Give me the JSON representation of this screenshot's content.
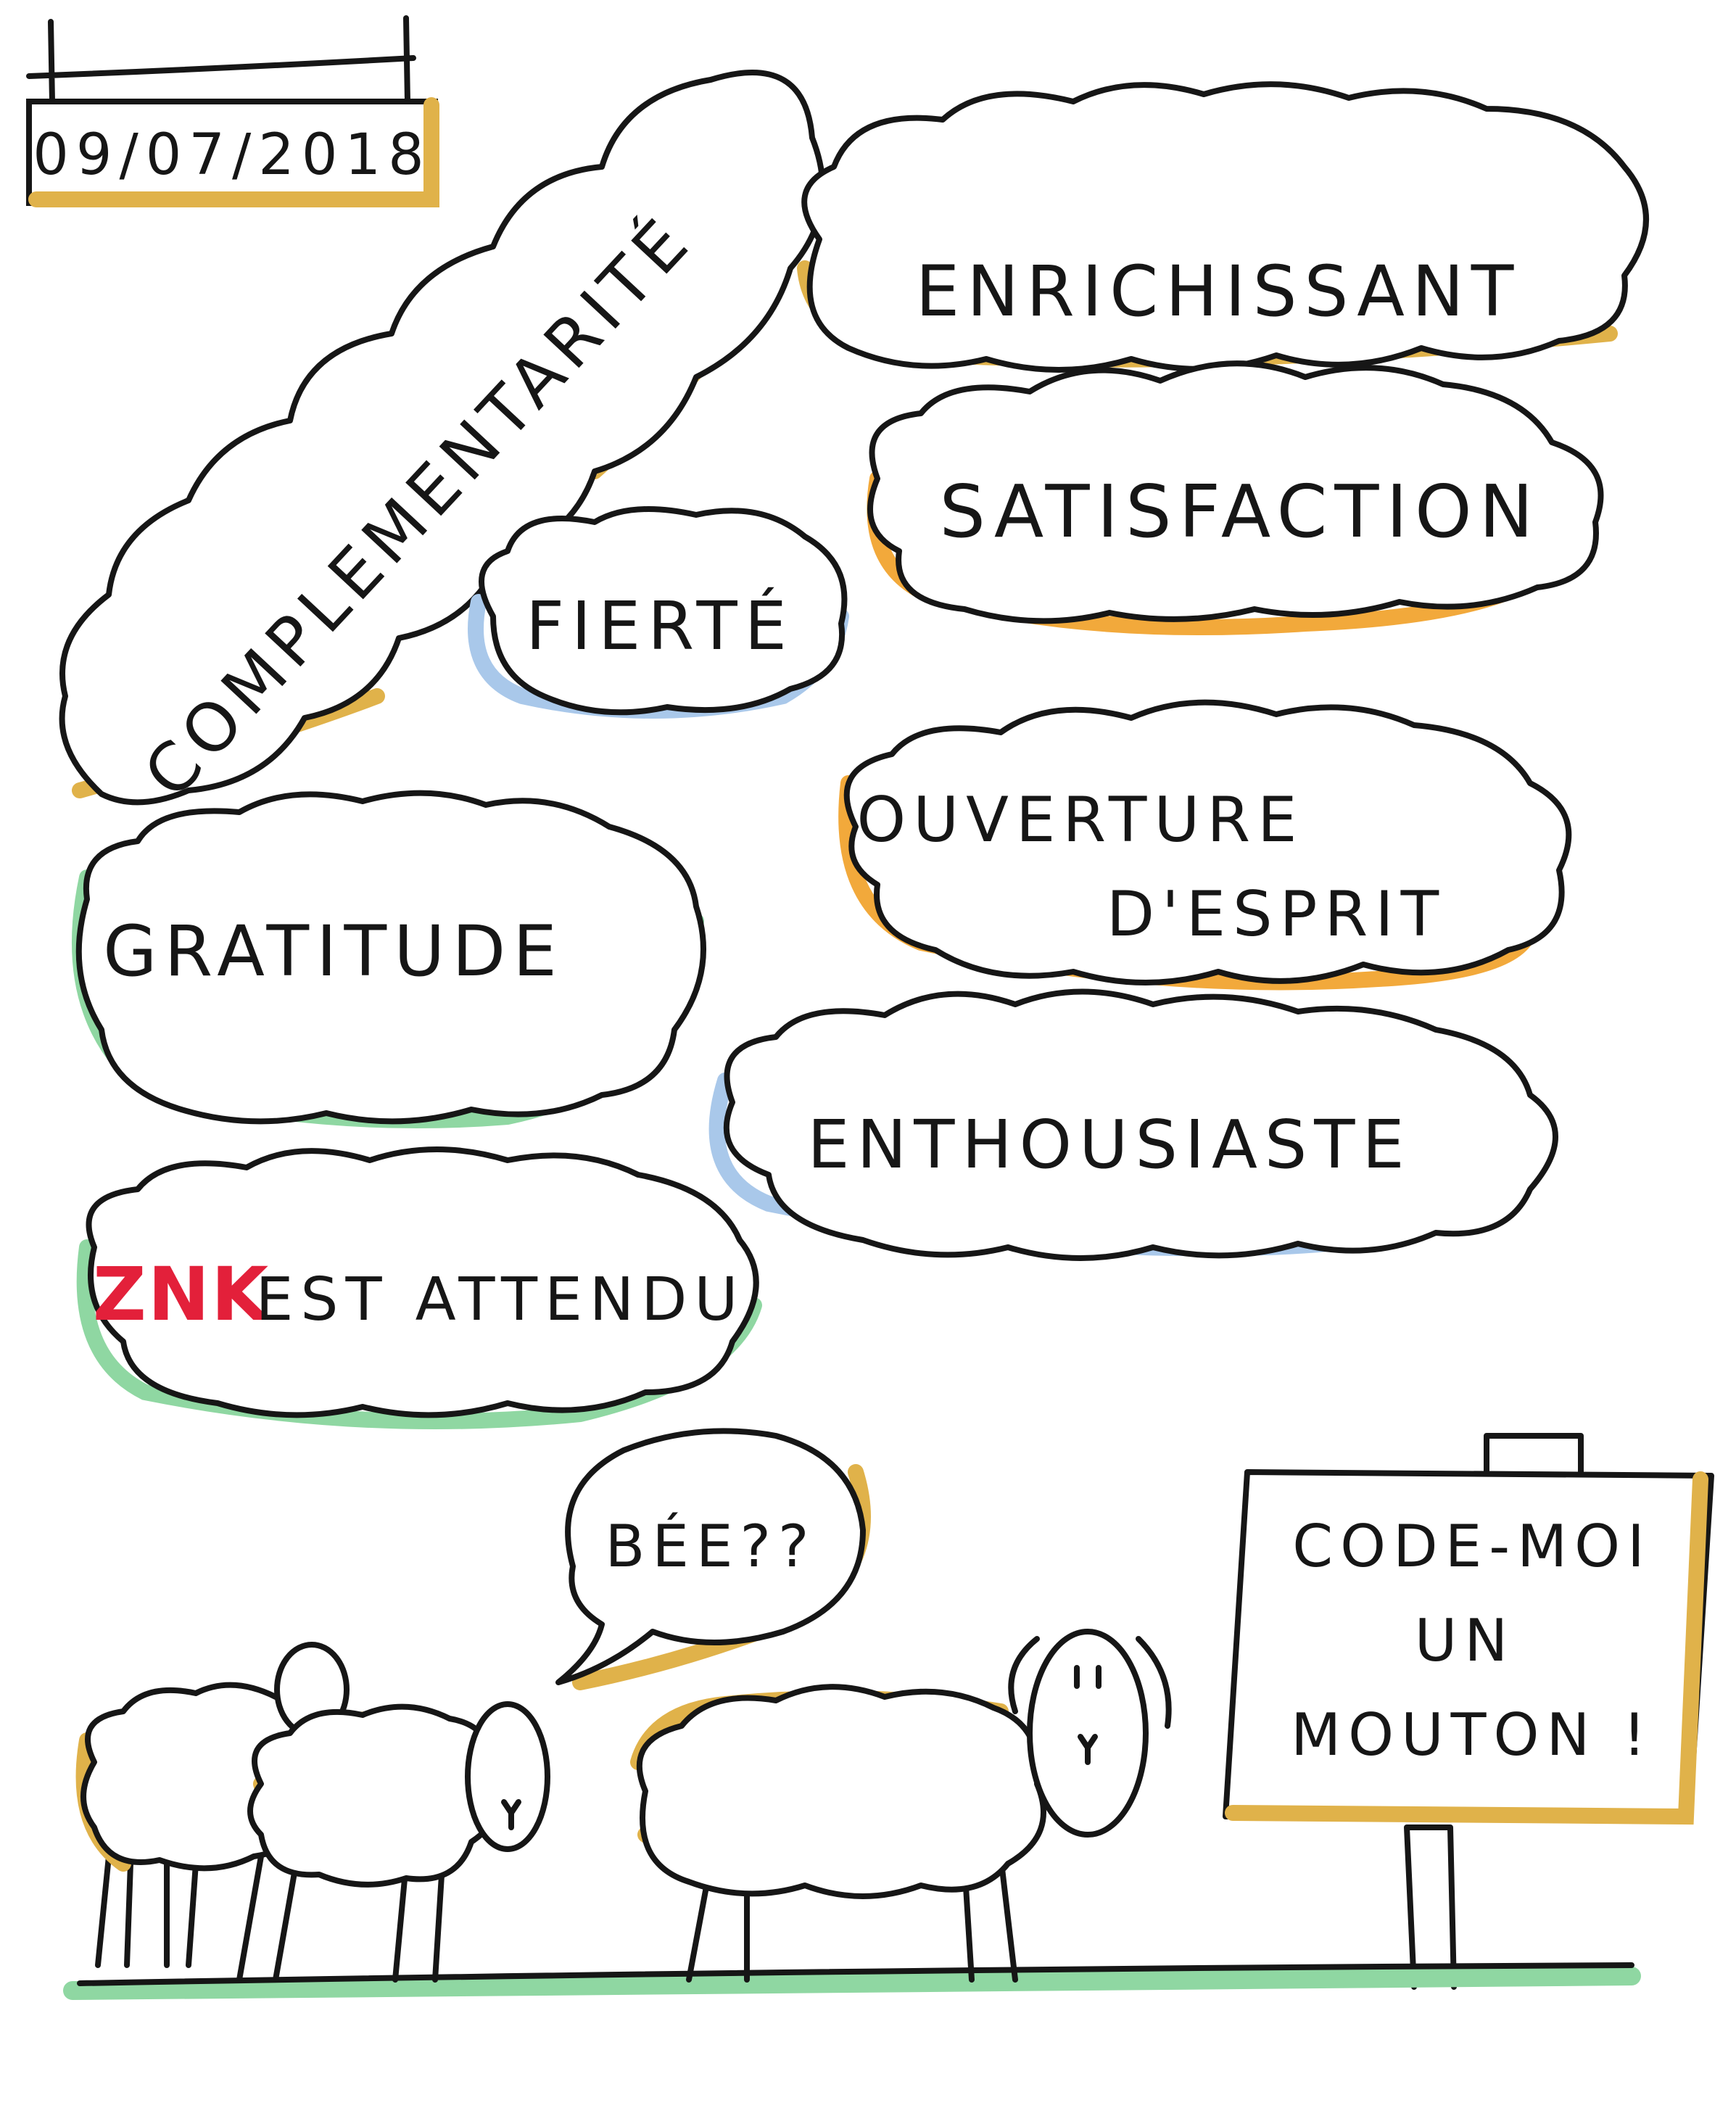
{
  "date_label": "09/07/2018",
  "words": {
    "complementarite": "COMPLEMENTARITÉ",
    "enrichissant": "ENRICHISSANT",
    "satisfaction": "SATISFACTION",
    "fierte": "FIERTÉ",
    "ouverture_line1": "OUVERTURE",
    "ouverture_line2": "D'ESPRIT",
    "gratitude": "GRATITUDE",
    "enthousiaste": "ENTHOUSIASTE",
    "znk_logo": "ZNK",
    "attendu": "EST ATTENDU"
  },
  "speech_bubble": "BÉE??",
  "sign": {
    "line1": "CODE-MOI",
    "line2": "UN",
    "line3": "MOUTON !"
  },
  "colors": {
    "paper": "#ffffff",
    "ink": "#161616",
    "gold": "#e0b24a",
    "orange": "#f2a93b",
    "blue": "#a9c8ea",
    "green": "#8fd7a2",
    "red": "#e3203a"
  }
}
